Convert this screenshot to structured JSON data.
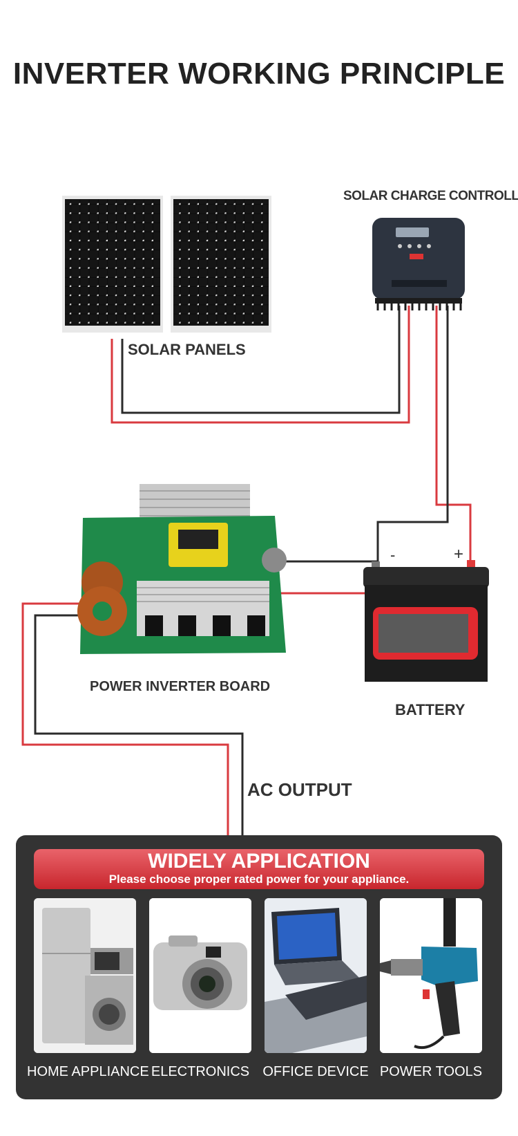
{
  "title": "INVERTER WORKING PRINCIPLE",
  "labels": {
    "solar_charge_controller": "SOLAR CHARGE CONTROLLER",
    "solar_panels": "SOLAR PANELS",
    "power_inverter_board": "POWER INVERTER BOARD",
    "battery": "BATTERY",
    "battery_negative": "-",
    "battery_positive": "+",
    "ac_output": "AC OUTPUT"
  },
  "application": {
    "title": "WIDELY APPLICATION",
    "subtitle": "Please choose proper rated power for your appliance.",
    "items": [
      {
        "label": "HOME APPLIANCE",
        "icon": "home-appliance-image"
      },
      {
        "label": "ELECTRONICS",
        "icon": "camera-image"
      },
      {
        "label": "OFFICE DEVICE",
        "icon": "laptop-image"
      },
      {
        "label": "POWER TOOLS",
        "icon": "drill-image"
      }
    ]
  },
  "colors": {
    "wire_positive": "#d93a3f",
    "wire_negative": "#2b2b2b",
    "panel_bg": "#333333",
    "banner_red": "#d9474e"
  }
}
